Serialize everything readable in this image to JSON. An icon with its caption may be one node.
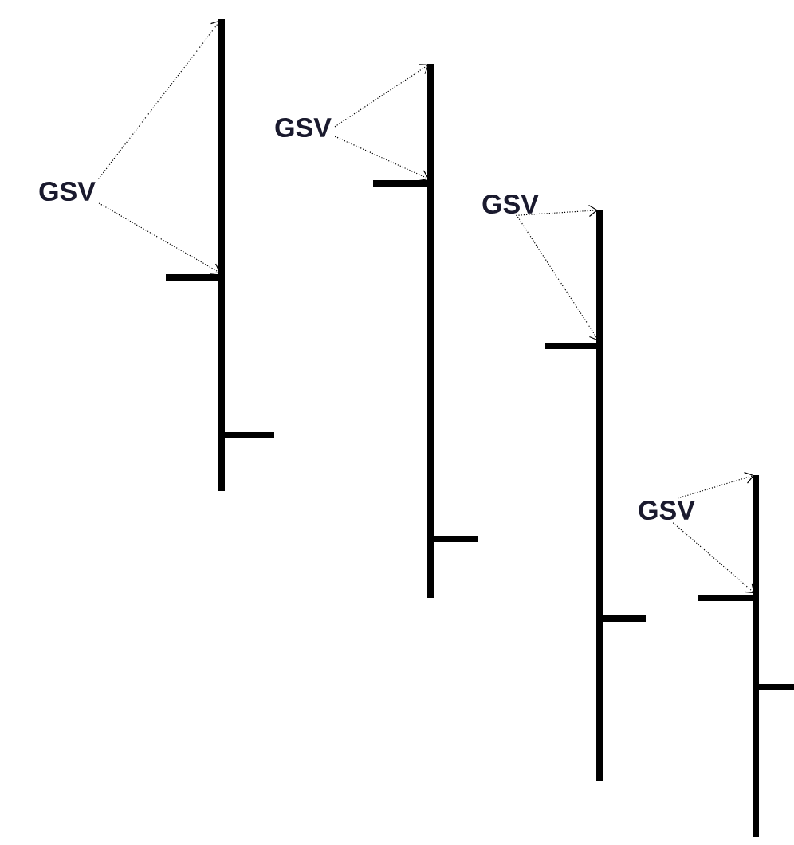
{
  "diagram": {
    "nodes": [
      {
        "text": [
          "GSV"
        ]
      },
      {
        "text": [],
        "shape": "bar"
      },
      {
        "text": [],
        "shape": "bar"
      },
      {
        "text": [
          "GSV"
        ]
      },
      {
        "text": [],
        "shape": "bar"
      },
      {
        "text": [],
        "shape": "bar"
      },
      {
        "text": [
          "GSV"
        ]
      },
      {
        "text": [],
        "shape": "bar"
      },
      {
        "text": [],
        "shape": "bar"
      },
      {
        "text": [
          "GSV"
        ]
      },
      {
        "text": [],
        "shape": "bar"
      },
      {
        "text": [],
        "shape": "bar"
      }
    ],
    "edges": [
      {
        "from": 0,
        "to": 1,
        "arrow": "to",
        "style": "dashed"
      },
      {
        "from": 0,
        "to": 2,
        "arrow": "to",
        "style": "dashed"
      },
      {
        "from": 3,
        "to": 4,
        "arrow": "to",
        "style": "dashed"
      },
      {
        "from": 3,
        "to": 5,
        "arrow": "to",
        "style": "dashed"
      },
      {
        "from": 6,
        "to": 7,
        "arrow": "to",
        "style": "dashed"
      },
      {
        "from": 6,
        "to": 8,
        "arrow": "to",
        "style": "dashed"
      },
      {
        "from": 9,
        "to": 10,
        "arrow": "to",
        "style": "dashed"
      },
      {
        "from": 9,
        "to": 11,
        "arrow": "to",
        "style": "dashed"
      }
    ]
  }
}
